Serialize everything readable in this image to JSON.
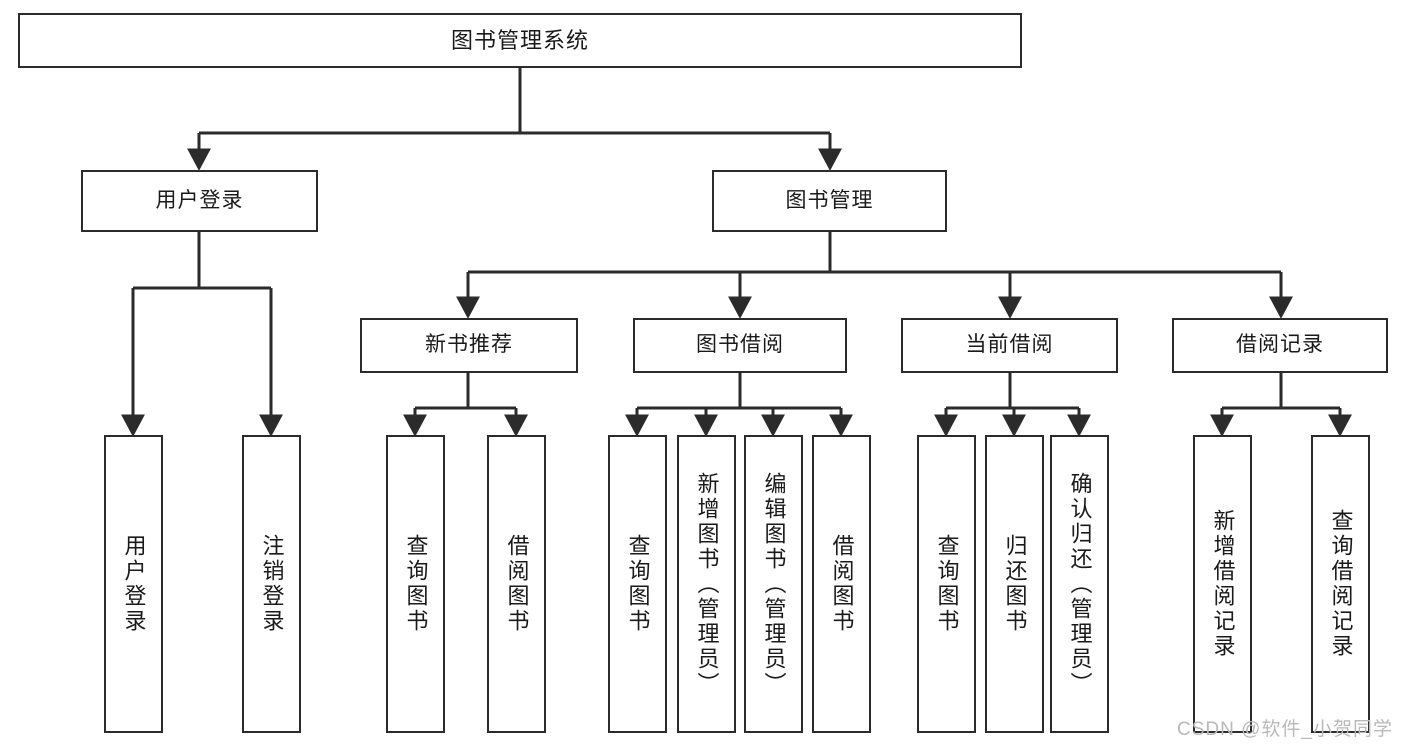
{
  "diagram": {
    "title": "图书管理系统",
    "type": "tree",
    "watermark": "CSDN @软件_小贺同学",
    "colors": {
      "box_border": "#2b2b2b",
      "box_fill": "#ffffff",
      "text": "#1a1a1a",
      "edge": "#2b2b2b",
      "watermark": "#b9b9b9",
      "background": "#ffffff"
    }
  },
  "root": {
    "label": "图书管理系统"
  },
  "tier2": [
    {
      "label": "用户登录"
    },
    {
      "label": "图书管理"
    }
  ],
  "tier3": [
    {
      "label": "新书推荐"
    },
    {
      "label": "图书借阅"
    },
    {
      "label": "当前借阅"
    },
    {
      "label": "借阅记录"
    }
  ],
  "leaves": {
    "user_login": [
      {
        "label": "用户登录"
      },
      {
        "label": "注销登录"
      }
    ],
    "new_book_recommend": [
      {
        "label": "查询图书"
      },
      {
        "label": "借阅图书"
      }
    ],
    "book_borrow": [
      {
        "label": "查询图书"
      },
      {
        "label": "新增图书（管理员）"
      },
      {
        "label": "编辑图书（管理员）"
      },
      {
        "label": "借阅图书"
      }
    ],
    "current_borrow": [
      {
        "label": "查询图书"
      },
      {
        "label": "归还图书"
      },
      {
        "label": "确认归还（管理员）"
      }
    ],
    "borrow_record": [
      {
        "label": "新增借阅记录"
      },
      {
        "label": "查询借阅记录"
      }
    ]
  }
}
